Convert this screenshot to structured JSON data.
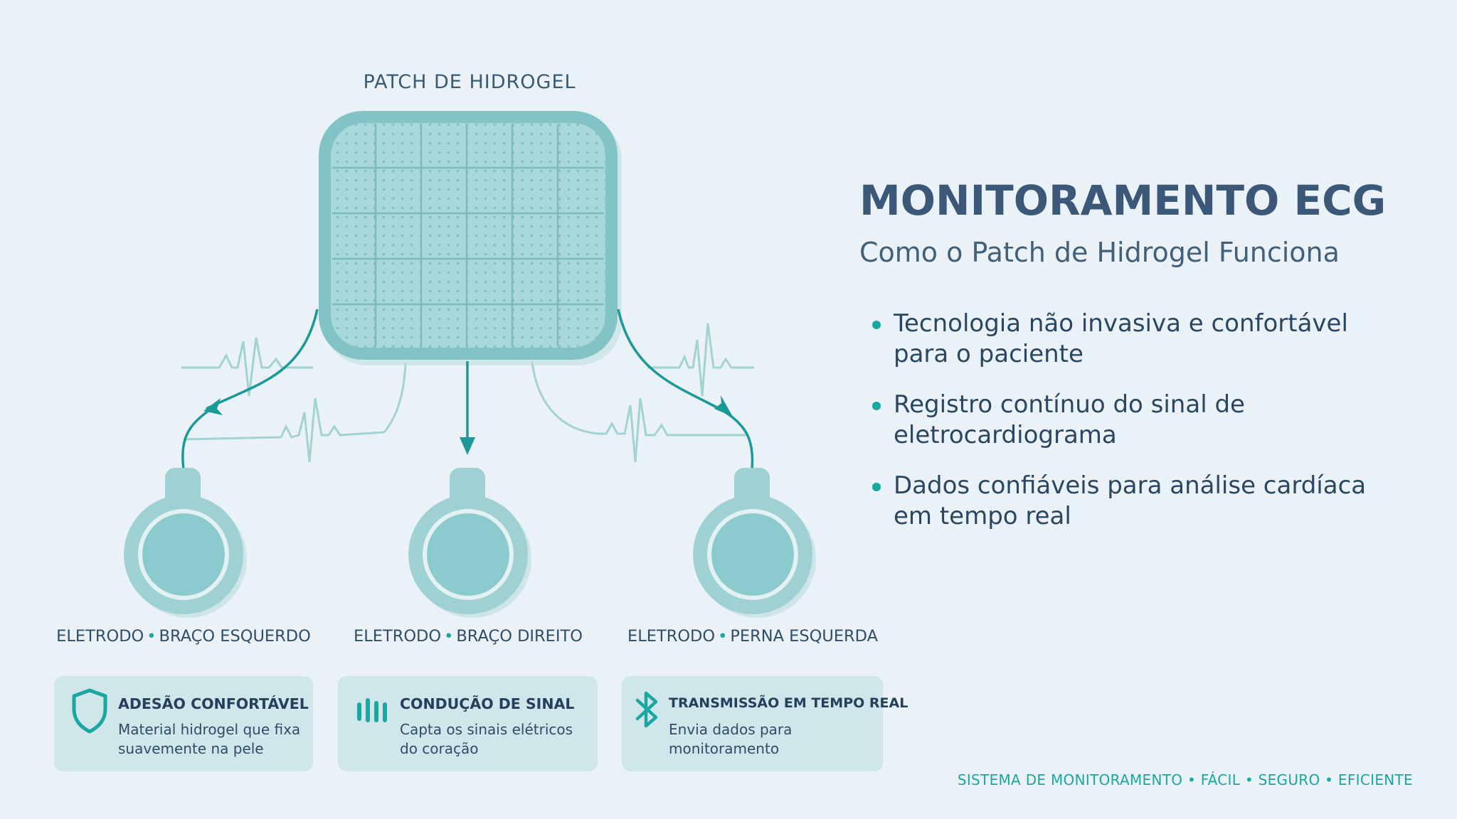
{
  "patch": {
    "title": "PATCH DE HIDROGEL"
  },
  "electrodes": [
    {
      "word": "ELETRODO",
      "sep": "•",
      "place": "BRAÇO ESQUERDO"
    },
    {
      "word": "ELETRODO",
      "sep": "•",
      "place": "BRAÇO DIREITO"
    },
    {
      "word": "ELETRODO",
      "sep": "•",
      "place": "PERNA ESQUERDA"
    }
  ],
  "cards": [
    {
      "icon": "shield-icon",
      "title": "ADESÃO CONFORTÁVEL",
      "desc_line1": "Material hidrogel que fixa",
      "desc_line2": "suavemente na pele"
    },
    {
      "icon": "signal-bars-icon",
      "title": "CONDUÇÃO DE SINAL",
      "desc_line1": "Capta os sinais elétricos",
      "desc_line2": "do coração"
    },
    {
      "icon": "bluetooth-icon",
      "title": "TRANSMISSÃO EM TEMPO REAL",
      "desc_line1": "Envia dados para",
      "desc_line2": "monitoramento"
    }
  ],
  "right": {
    "title": "MONITORAMENTO ECG",
    "subtitle": "Como o Patch de Hidrogel Funciona",
    "bullets": [
      {
        "line1": "Tecnologia não invasiva e confortável",
        "line2": "para o paciente"
      },
      {
        "line1": "Registro contínuo do sinal de",
        "line2": "eletrocardiograma"
      },
      {
        "line1": "Dados confiáveis para análise cardíaca",
        "line2": "em tempo real"
      }
    ]
  },
  "footer": "SISTEMA DE MONITORAMENTO • FÁCIL • SEGURO • EFICIENTE",
  "colors": {
    "background": "#eaf2f7",
    "teal_accent": "#1aa7a0",
    "patch_fill": "#a9d8da",
    "patch_border": "#7cc4c6",
    "card_fill": "#cfe6ea",
    "heading": "#3b5878"
  }
}
